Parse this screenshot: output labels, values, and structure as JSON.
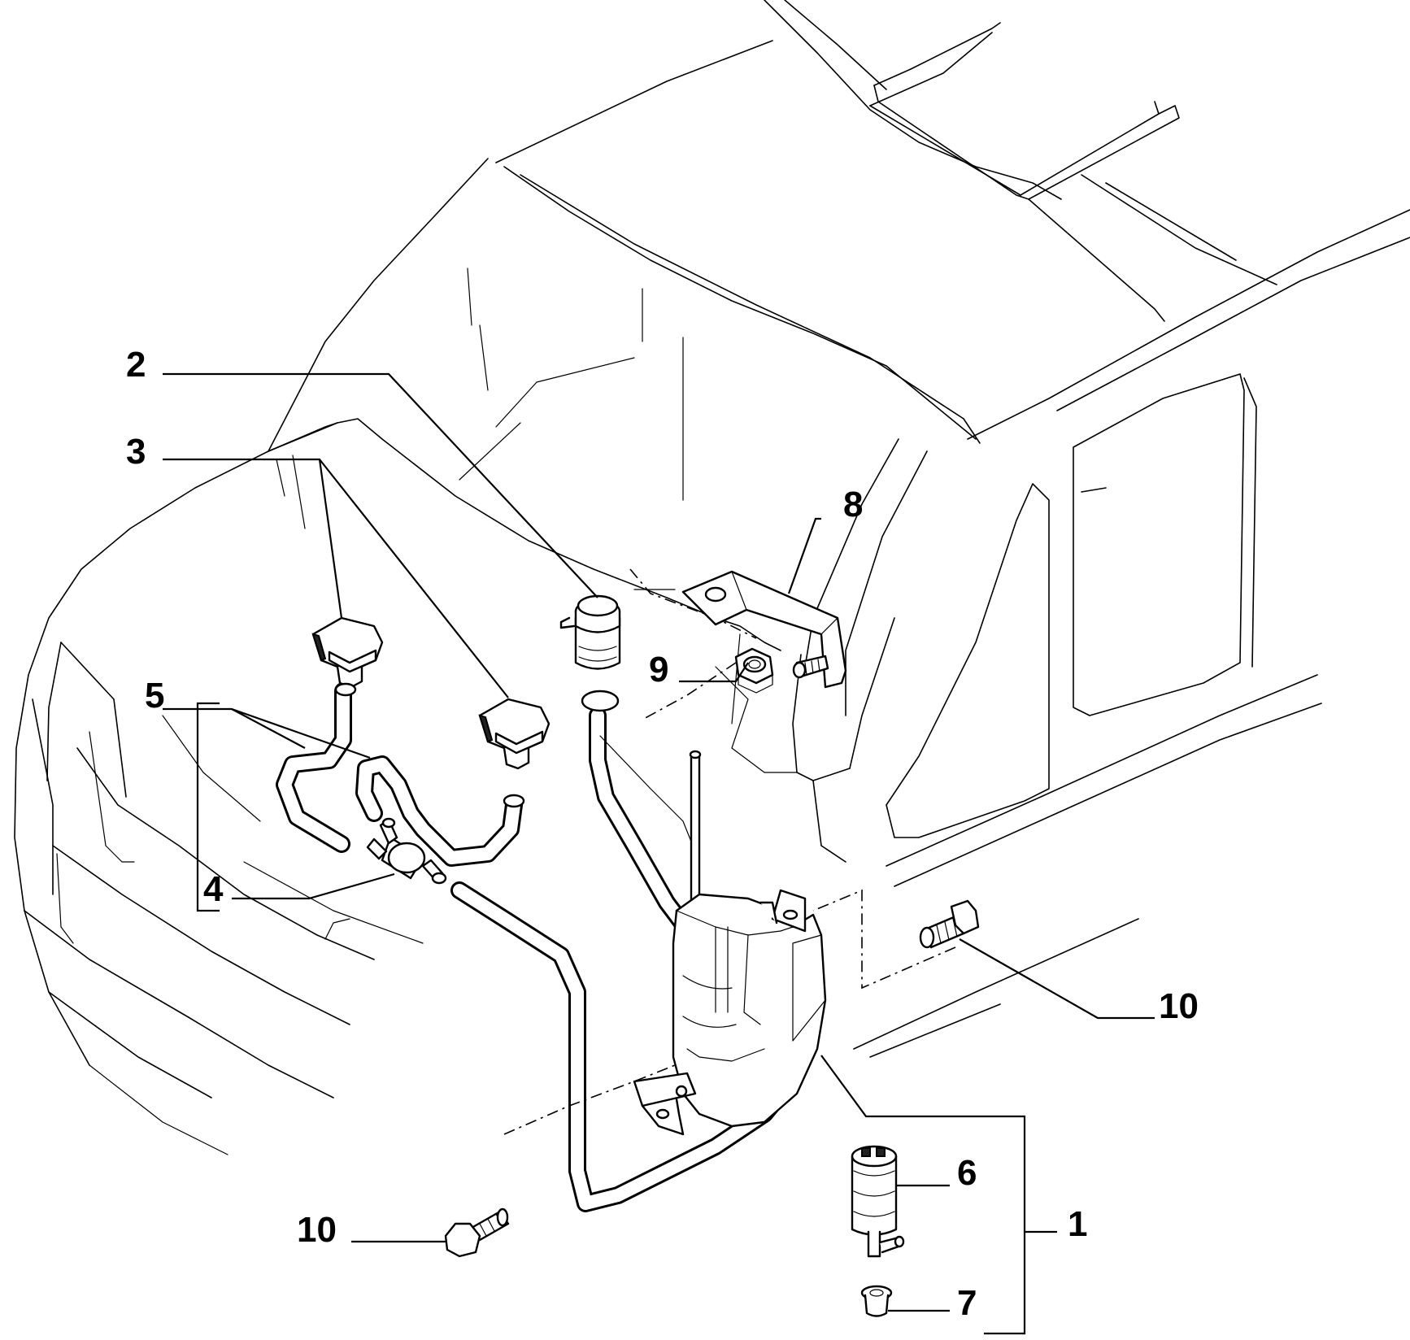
{
  "callouts": {
    "c1": "1",
    "c2": "2",
    "c3": "3",
    "c4": "4",
    "c5": "5",
    "c6": "6",
    "c7": "7",
    "c8": "8",
    "c9": "9",
    "c10_right": "10",
    "c10_left": "10"
  }
}
